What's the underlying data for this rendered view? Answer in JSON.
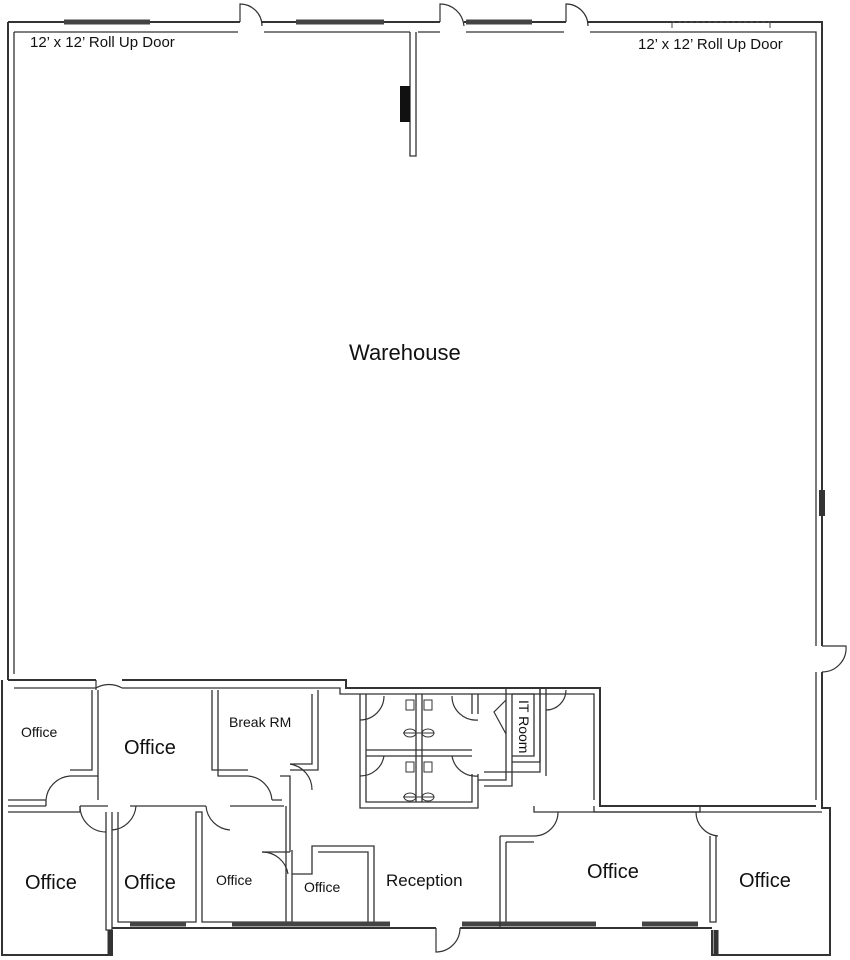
{
  "plan": {
    "labels": {
      "warehouse": "Warehouse",
      "roll_up_door_left": "12’ x 12’ Roll Up Door",
      "roll_up_door_right": "12’ x 12’ Roll Up Door",
      "office_top_left_small": "Office",
      "office_top_left_large": "Office",
      "break_room": "Break RM",
      "it_room": "IT Room",
      "office_bottom_1": "Office",
      "office_bottom_2": "Office",
      "office_bottom_3": "Office",
      "office_bottom_4": "Office",
      "reception": "Reception",
      "office_bottom_right_large": "Office",
      "office_bottom_right_corner": "Office"
    }
  }
}
